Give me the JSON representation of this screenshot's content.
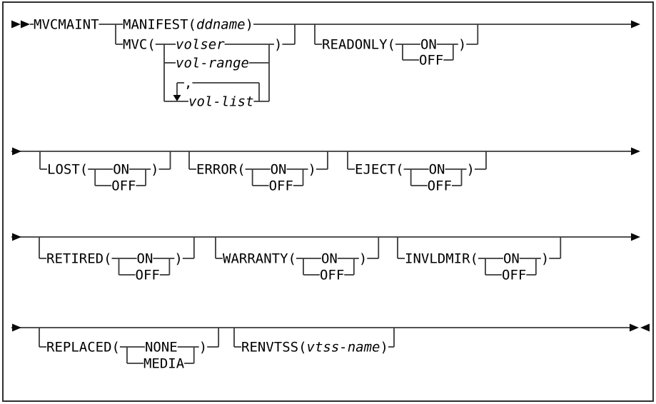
{
  "diagram": {
    "kind": "railroad-syntax-diagram",
    "command": "MVCMAINT",
    "rows": 4,
    "required_choice": [
      "MANIFEST(ddname)",
      "MVC(volser | vol-range | vol-list)"
    ],
    "optional_groups": [
      "READONLY",
      "LOST",
      "ERROR",
      "EJECT",
      "RETIRED",
      "WARRANTY",
      "INVLDMIR",
      "REPLACED",
      "RENVTSS"
    ]
  },
  "tokens": {
    "command": "MVCMAINT",
    "manifest_kw": "MANIFEST(",
    "ddname_var": "ddname",
    "close_paren": ")",
    "mvc_kw": "MVC(",
    "volser_var": "volser",
    "vol_range_var": "vol-range",
    "vol_list_var": "vol-list",
    "list_separator": ",",
    "readonly_kw": "READONLY(",
    "lost_kw": "LOST(",
    "error_kw": "ERROR(",
    "eject_kw": "EJECT(",
    "retired_kw": "RETIRED(",
    "warranty_kw": "WARRANTY(",
    "invldmir_kw": "INVLDMIR(",
    "replaced_kw": "REPLACED(",
    "renvtss_kw": "RENVTSS(",
    "vtss_name_var": "vtss-name",
    "on_option": "ON",
    "off_option": "OFF",
    "none_option": "NONE",
    "media_option": "MEDIA"
  },
  "colors": {
    "background": "#ffffff",
    "border": "#2f2f2f",
    "line": "#3a3a3a",
    "arrow": "#0a0a0a",
    "text": "#000000"
  }
}
